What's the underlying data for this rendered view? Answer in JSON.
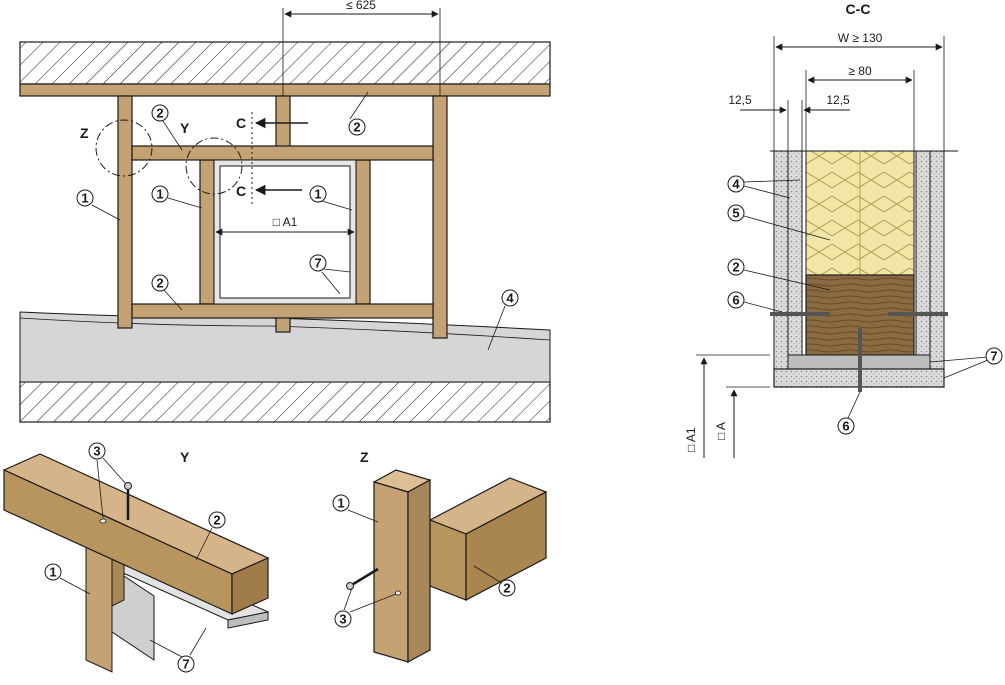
{
  "dimensions": {
    "spacing": "≤ 625",
    "width": "W ≥ 130",
    "insulation_width": "≥ 80",
    "board_left": "12,5",
    "board_right": "12,5",
    "opening": "□ A1",
    "a1": "□ A1",
    "a": "□ A"
  },
  "section_title": "C-C",
  "cut_marks": [
    "C",
    "C"
  ],
  "detail_labels": {
    "y": "Y",
    "z": "Z"
  },
  "markers": {
    "m1": "1",
    "m2": "2",
    "m3": "3",
    "m4": "4",
    "m5": "5",
    "m6": "6",
    "m7": "7"
  },
  "colors": {
    "timber": "#c4a274",
    "timber_dark": "#8a6a40",
    "gypsum": "#d6d6d6",
    "insulation": "#f1e6a6",
    "line": "#1a1a1a"
  }
}
